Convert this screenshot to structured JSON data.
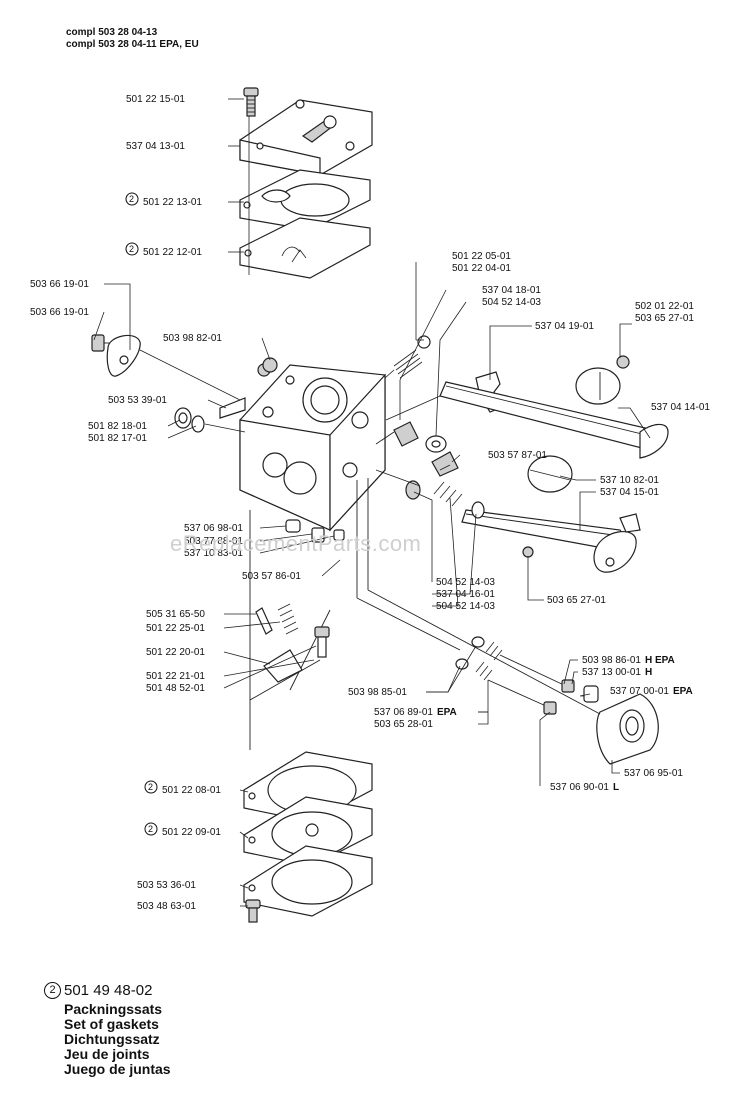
{
  "header": {
    "line1": "compl 503 28 04-13",
    "line2": "compl 503 28 04-11  EPA, EU"
  },
  "watermark": "eReplacementParts.com",
  "callout_symbol": "2",
  "parts": [
    {
      "id": "p1",
      "number": "501 22 15-01"
    },
    {
      "id": "p2",
      "number": "537 04 13-01"
    },
    {
      "id": "p3",
      "number": "501 22 13-01",
      "circled": true
    },
    {
      "id": "p4",
      "number": "501 22 12-01",
      "circled": true
    },
    {
      "id": "p5",
      "number": "503 66 19-01"
    },
    {
      "id": "p6",
      "number": "503 66 19-01"
    },
    {
      "id": "p7",
      "number": "501 22 05-01"
    },
    {
      "id": "p8",
      "number": "501 22 04-01"
    },
    {
      "id": "p9",
      "number": "537 04 18-01"
    },
    {
      "id": "p10",
      "number": "504 52 14-03"
    },
    {
      "id": "p11",
      "number": "537 04 19-01"
    },
    {
      "id": "p12",
      "number": "502 01 22-01"
    },
    {
      "id": "p13",
      "number": "503 65 27-01"
    },
    {
      "id": "p14",
      "number": "503 98 82-01"
    },
    {
      "id": "p15",
      "number": "503 53 39-01"
    },
    {
      "id": "p16",
      "number": "537 04 14-01"
    },
    {
      "id": "p17",
      "number": "501 82 18-01"
    },
    {
      "id": "p18",
      "number": "501 82 17-01"
    },
    {
      "id": "p19",
      "number": "503 57 87-01"
    },
    {
      "id": "p20",
      "number": "537 10 82-01"
    },
    {
      "id": "p21",
      "number": "537 04 15-01"
    },
    {
      "id": "p22",
      "number": "537 06 98-01"
    },
    {
      "id": "p23",
      "number": "503 77 88-01"
    },
    {
      "id": "p24",
      "number": "537 10 83-01"
    },
    {
      "id": "p25",
      "number": "503 57 86-01"
    },
    {
      "id": "p26",
      "number": "504 52 14-03"
    },
    {
      "id": "p27",
      "number": "537 04 16-01"
    },
    {
      "id": "p28",
      "number": "504 52 14-03"
    },
    {
      "id": "p29",
      "number": "503 65 27-01"
    },
    {
      "id": "p30",
      "number": "505 31 65-50"
    },
    {
      "id": "p31",
      "number": "501 22 25-01"
    },
    {
      "id": "p32",
      "number": "501 22 20-01"
    },
    {
      "id": "p33",
      "number": "501 22 21-01"
    },
    {
      "id": "p34",
      "number": "501 48 52-01"
    },
    {
      "id": "p35",
      "number": "503 98 86-01",
      "suffix": "H EPA"
    },
    {
      "id": "p36",
      "number": "537 13 00-01",
      "suffix": "H"
    },
    {
      "id": "p37",
      "number": "537 07 00-01",
      "suffix": "EPA"
    },
    {
      "id": "p38",
      "number": "503 98 85-01"
    },
    {
      "id": "p39",
      "number": "537 06 89-01",
      "suffix": "EPA"
    },
    {
      "id": "p40",
      "number": "503 65 28-01"
    },
    {
      "id": "p41",
      "number": "537 06 95-01"
    },
    {
      "id": "p42",
      "number": "537 06 90-01",
      "suffix": "L"
    },
    {
      "id": "p43",
      "number": "501 22 08-01",
      "circled": true
    },
    {
      "id": "p44",
      "number": "501 22 09-01",
      "circled": true
    },
    {
      "id": "p45",
      "number": "503 53 36-01"
    },
    {
      "id": "p46",
      "number": "503 48 63-01"
    }
  ],
  "kit": {
    "number": "501 49 48-02",
    "names": [
      "Packningssats",
      "Set of gaskets",
      "Dichtungssatz",
      "Jeu de joints",
      "Juego de juntas"
    ]
  }
}
